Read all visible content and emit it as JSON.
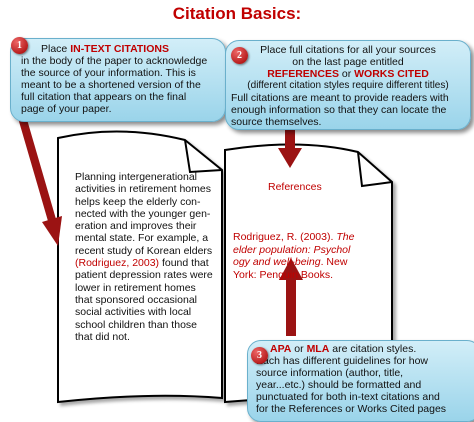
{
  "title": "Citation Basics:",
  "colors": {
    "accent_red": "#c00000",
    "bubble_top": "#d2eef8",
    "bubble_bottom": "#9ad4ea",
    "arrow": "#9b1313"
  },
  "callout1": {
    "number": "1",
    "line1_pre": "Place ",
    "line1_em": "IN-TEXT CITATIONS",
    "lines": [
      "in the body of the paper to acknowledge",
      "the source of your information.  This is",
      "meant to be a shortened version of the",
      "full citation that appears on the final",
      "page of your paper."
    ]
  },
  "callout2": {
    "number": "2",
    "line1": "Place full citations for all your sources",
    "line2": "on the last page entitled",
    "line3_em1": "REFERENCES",
    "line3_mid": " or ",
    "line3_em2": "WORKS CITED",
    "line4": "(different citation styles require different titles)",
    "lines": [
      "Full citations are meant to provide readers with",
      "enough information so that they can locate the",
      "source themselves."
    ]
  },
  "callout3": {
    "number": "3",
    "line1_em1": "APA",
    "line1_mid": " or ",
    "line1_em2": "MLA",
    "line1_post": " are citation styles.",
    "lines": [
      "Each has different guidelines for how",
      "source information (author, title,",
      "year...etc.) should be formatted and",
      "punctuated for both in-text citations and",
      "for the References or Works Cited pages"
    ]
  },
  "page_left": {
    "lines_before": [
      "Planning intergenerational",
      "activities in retirement homes",
      "helps keep the elderly con-",
      "nected with the younger gen-",
      "eration and improves their",
      "mental state. For example, a",
      "recent study of Korean elders"
    ],
    "citation": "(Rodriguez, 2003)",
    "citation_after": " found that",
    "lines_after": [
      "patient depression rates were",
      "lower in retirement homes",
      "that sponsored occasional",
      "social activities with local",
      "school children than those",
      "that did not."
    ]
  },
  "page_right": {
    "heading": "References",
    "ref_author": "Rodriguez, R. (2003). ",
    "ref_title_part1": "The",
    "ref_title_part2": "elder population: Psychol",
    "ref_title_part3": "ogy and well-being",
    "ref_after_title": ". New",
    "ref_publisher": "York: Penguin Books."
  }
}
